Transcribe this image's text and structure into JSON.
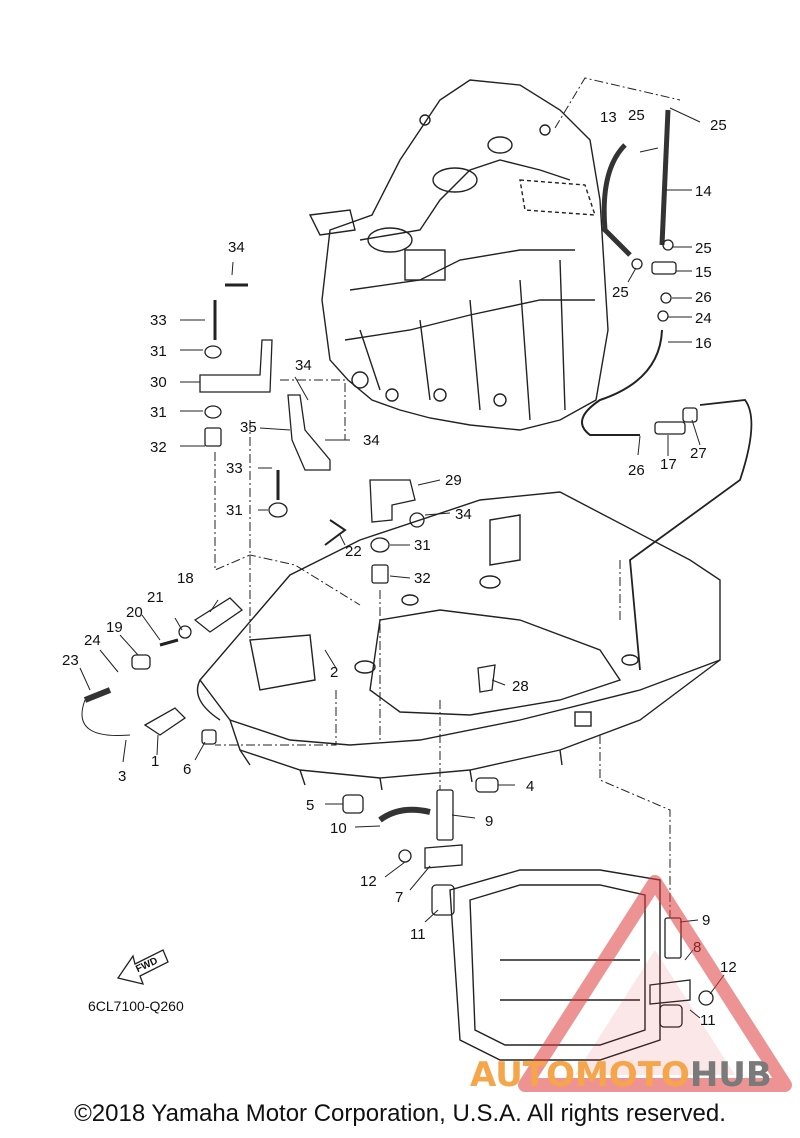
{
  "diagram": {
    "code": "6CL7100-Q260",
    "fwd_label": "FWD",
    "callouts": [
      {
        "id": "c1",
        "label": "1"
      },
      {
        "id": "c2",
        "label": "2"
      },
      {
        "id": "c3",
        "label": "3"
      },
      {
        "id": "c4",
        "label": "4"
      },
      {
        "id": "c5",
        "label": "5"
      },
      {
        "id": "c6",
        "label": "6"
      },
      {
        "id": "c7",
        "label": "7"
      },
      {
        "id": "c8",
        "label": "8"
      },
      {
        "id": "c9a",
        "label": "9"
      },
      {
        "id": "c9b",
        "label": "9"
      },
      {
        "id": "c10",
        "label": "10"
      },
      {
        "id": "c11a",
        "label": "11"
      },
      {
        "id": "c11b",
        "label": "11"
      },
      {
        "id": "c12a",
        "label": "12"
      },
      {
        "id": "c12b",
        "label": "12"
      },
      {
        "id": "c13",
        "label": "13"
      },
      {
        "id": "c14",
        "label": "14"
      },
      {
        "id": "c15",
        "label": "15"
      },
      {
        "id": "c16",
        "label": "16"
      },
      {
        "id": "c17",
        "label": "17"
      },
      {
        "id": "c18",
        "label": "18"
      },
      {
        "id": "c19",
        "label": "19"
      },
      {
        "id": "c20",
        "label": "20"
      },
      {
        "id": "c21",
        "label": "21"
      },
      {
        "id": "c22",
        "label": "22"
      },
      {
        "id": "c23",
        "label": "23"
      },
      {
        "id": "c24a",
        "label": "24"
      },
      {
        "id": "c24b",
        "label": "24"
      },
      {
        "id": "c25a",
        "label": "25"
      },
      {
        "id": "c25b",
        "label": "25"
      },
      {
        "id": "c25c",
        "label": "25"
      },
      {
        "id": "c25d",
        "label": "25"
      },
      {
        "id": "c26a",
        "label": "26"
      },
      {
        "id": "c26b",
        "label": "26"
      },
      {
        "id": "c27",
        "label": "27"
      },
      {
        "id": "c28",
        "label": "28"
      },
      {
        "id": "c29",
        "label": "29"
      },
      {
        "id": "c30",
        "label": "30"
      },
      {
        "id": "c31a",
        "label": "31"
      },
      {
        "id": "c31b",
        "label": "31"
      },
      {
        "id": "c31c",
        "label": "31"
      },
      {
        "id": "c31d",
        "label": "31"
      },
      {
        "id": "c32a",
        "label": "32"
      },
      {
        "id": "c32b",
        "label": "32"
      },
      {
        "id": "c33a",
        "label": "33"
      },
      {
        "id": "c33b",
        "label": "33"
      },
      {
        "id": "c34a",
        "label": "34"
      },
      {
        "id": "c34b",
        "label": "34"
      },
      {
        "id": "c34c",
        "label": "34"
      },
      {
        "id": "c34d",
        "label": "34"
      },
      {
        "id": "c35",
        "label": "35"
      }
    ]
  },
  "watermark": {
    "part1": "AUTOMOTO",
    "part2": "HUB",
    "color_orange": "#f5a54a",
    "color_gray": "#7a7a7a",
    "color_red": "#e03a3a"
  },
  "footer": {
    "copyright": "©2018 Yamaha Motor Corporation, U.S.A. All rights reserved."
  }
}
